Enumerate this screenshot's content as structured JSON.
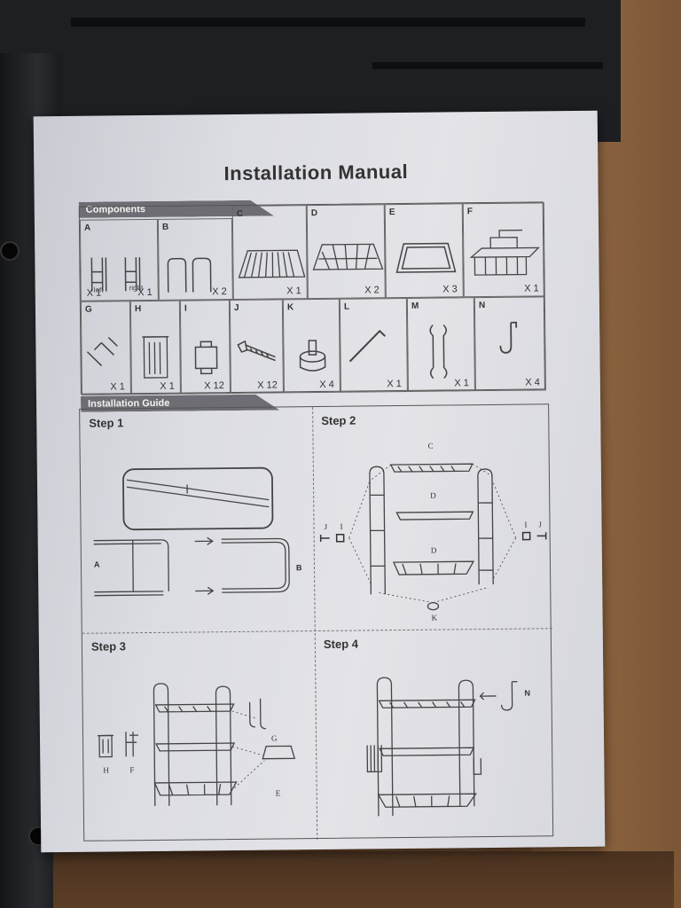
{
  "title": "Installation Manual",
  "components": {
    "header": "Components",
    "row1": [
      {
        "letter": "A",
        "qty": "X 1",
        "qty2": "X 1",
        "left_label": "left",
        "right_label": "right"
      },
      {
        "letter": "B",
        "qty": "X 2"
      },
      {
        "letter": "C",
        "qty": "X 1"
      },
      {
        "letter": "D",
        "qty": "X 2"
      },
      {
        "letter": "E",
        "qty": "X 3"
      },
      {
        "letter": "F",
        "qty": "X 1"
      }
    ],
    "row2": [
      {
        "letter": "G",
        "qty": "X 1"
      },
      {
        "letter": "H",
        "qty": "X 1"
      },
      {
        "letter": "I",
        "qty": "X 12"
      },
      {
        "letter": "J",
        "qty": "X 12"
      },
      {
        "letter": "K",
        "qty": "X 4"
      },
      {
        "letter": "L",
        "qty": "X 1"
      },
      {
        "letter": "M",
        "qty": "X 1"
      },
      {
        "letter": "N",
        "qty": "X 4"
      }
    ]
  },
  "guide": {
    "header": "Installation Guide",
    "steps": [
      {
        "label": "Step 1",
        "part_a": "A",
        "part_b": "B"
      },
      {
        "label": "Step 2",
        "part_c": "C",
        "part_d1": "D",
        "part_d2": "D",
        "part_k": "K",
        "part_j_left": "J",
        "part_i_left": "I",
        "part_i_right": "I",
        "part_j_right": "J"
      },
      {
        "label": "Step 3",
        "part_h": "H",
        "part_f": "F",
        "part_g": "G",
        "part_e": "E"
      },
      {
        "label": "Step 4",
        "part_n": "N"
      }
    ]
  }
}
